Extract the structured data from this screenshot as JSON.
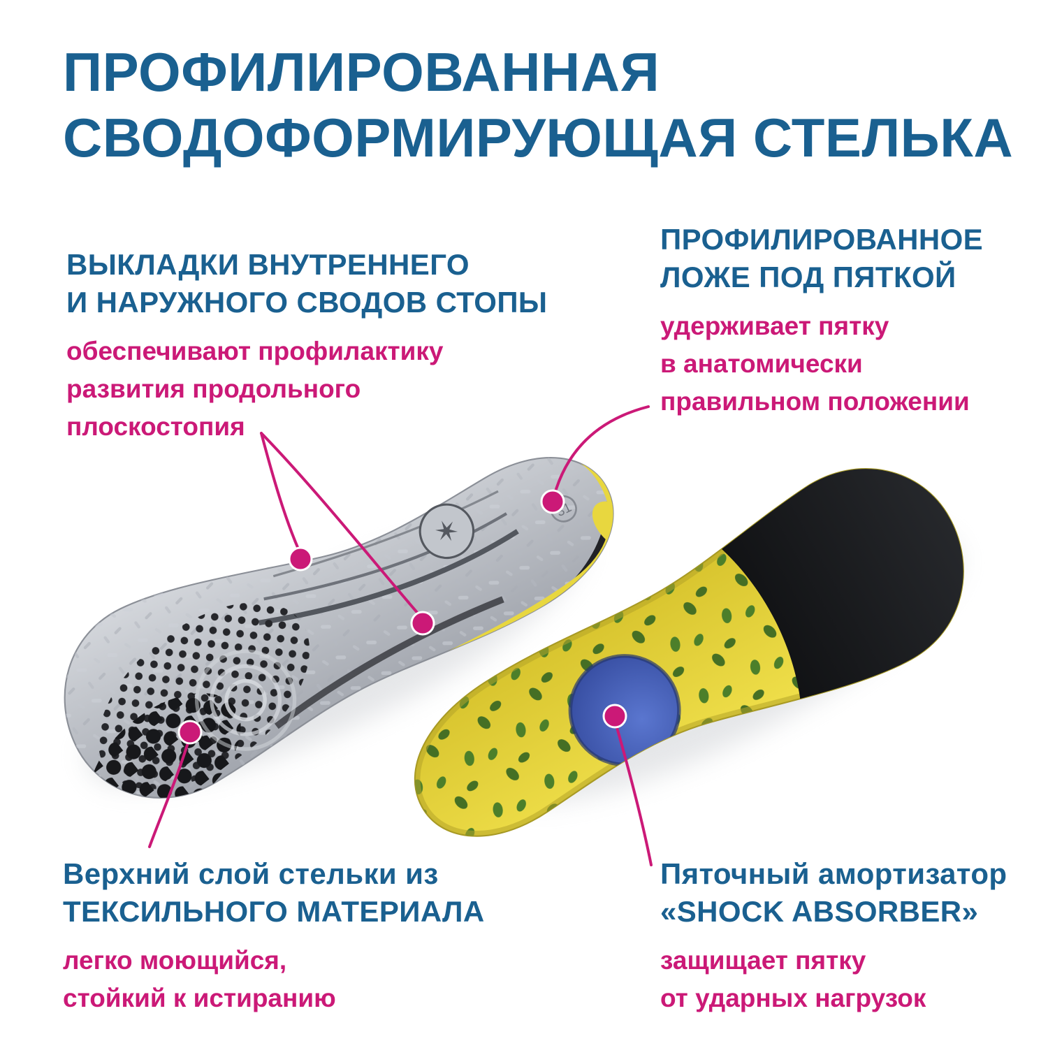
{
  "title": {
    "lines": [
      "ПРОФИЛИРОВАННАЯ",
      "СВОДОФОРМИРУЮЩАЯ СТЕЛЬКА"
    ]
  },
  "callouts": {
    "arch_pads": {
      "heading": [
        "ВЫКЛАДКИ ВНУТРЕННЕГО",
        "И НАРУЖНОГО СВОДОВ СТОПЫ"
      ],
      "description": [
        "обеспечивают профилактику",
        "развития продольного",
        "плоскостопия"
      ]
    },
    "heel_bed": {
      "heading": [
        "ПРОФИЛИРОВАННОЕ",
        "ЛОЖЕ ПОД ПЯТКОЙ"
      ],
      "description": [
        "удерживает пятку",
        "в анатомически",
        "правильном положении"
      ]
    },
    "textile_layer": {
      "heading": [
        "Верхний слой стельки из",
        "ТЕКСИЛЬНОГО МАТЕРИАЛА"
      ],
      "description": [
        "легко моющийся,",
        "стойкий к истиранию"
      ]
    },
    "shock_absorber": {
      "heading": [
        "Пяточный амортизатор",
        "«SHOCK ABSORBER»"
      ],
      "description": [
        "защищает пятку",
        "от ударных нагрузок"
      ]
    }
  },
  "insole": {
    "size_label": "31"
  },
  "colors": {
    "heading_blue": "#1a6090",
    "accent_magenta": "#cb1977",
    "insole_yellow": "#ecd93c",
    "insole_grey": "#b6bac1",
    "shock_pad_blue": "#3c55ae",
    "dots_green": "#4c7f2a",
    "toe_cap_black": "#17181b"
  }
}
